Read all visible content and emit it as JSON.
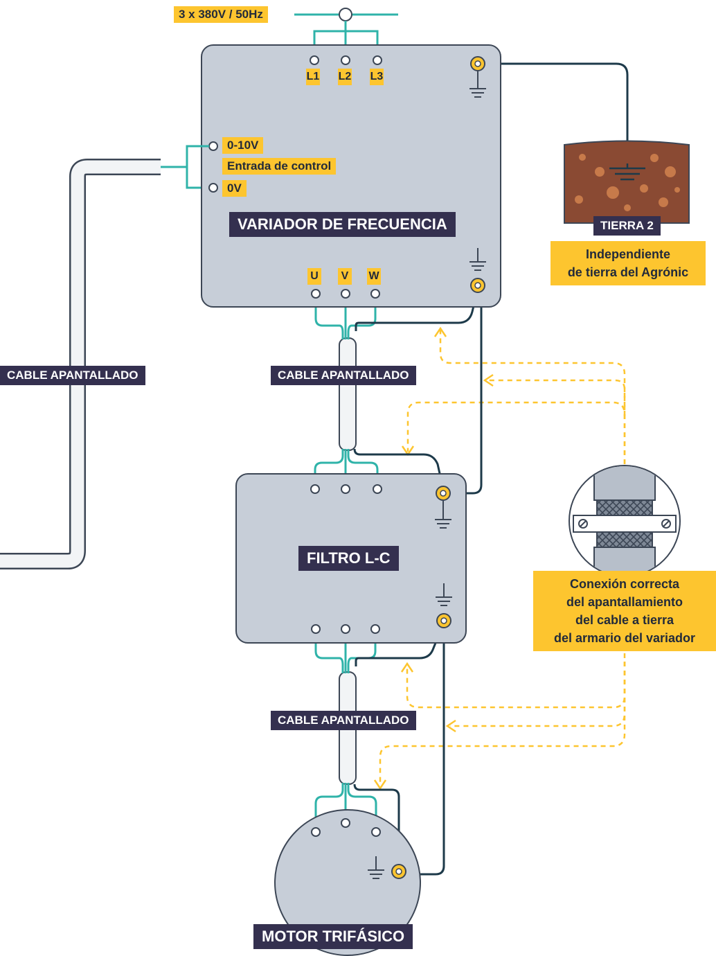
{
  "power_supply": {
    "label": "3 x 380V / 50Hz"
  },
  "inverter": {
    "title": "VARIADOR DE FRECUENCIA",
    "input_terminals": [
      "L1",
      "L2",
      "L3"
    ],
    "output_terminals": [
      "U",
      "V",
      "W"
    ],
    "control": {
      "signal": "0-10V",
      "description": "Entrada de control",
      "reference": "0V"
    }
  },
  "earth_2": {
    "label": "TIERRA 2",
    "note": [
      "Independiente",
      "de tierra del Agrónic"
    ]
  },
  "filter": {
    "title": "FILTRO L-C"
  },
  "motor": {
    "title": "MOTOR TRIFÁSICO"
  },
  "cables": {
    "control_cable": "CABLE APANTALLADO",
    "inverter_to_filter": "CABLE APANTALLADO",
    "filter_to_motor": "CABLE APANTALLADO"
  },
  "shield_note": [
    "Conexión correcta",
    "del apantallamiento",
    "del cable a tierra",
    "del armario del variador"
  ],
  "colors": {
    "box_fill": "#c7ced8",
    "outline": "#3c4655",
    "label_yellow": "#fdc52f",
    "label_dark": "#34304f",
    "wire_teal": "#2fb3a9",
    "wire_ground": "#1d3a4a",
    "soil": "#8a4a33",
    "dashed_arrow": "#fdc52f"
  }
}
